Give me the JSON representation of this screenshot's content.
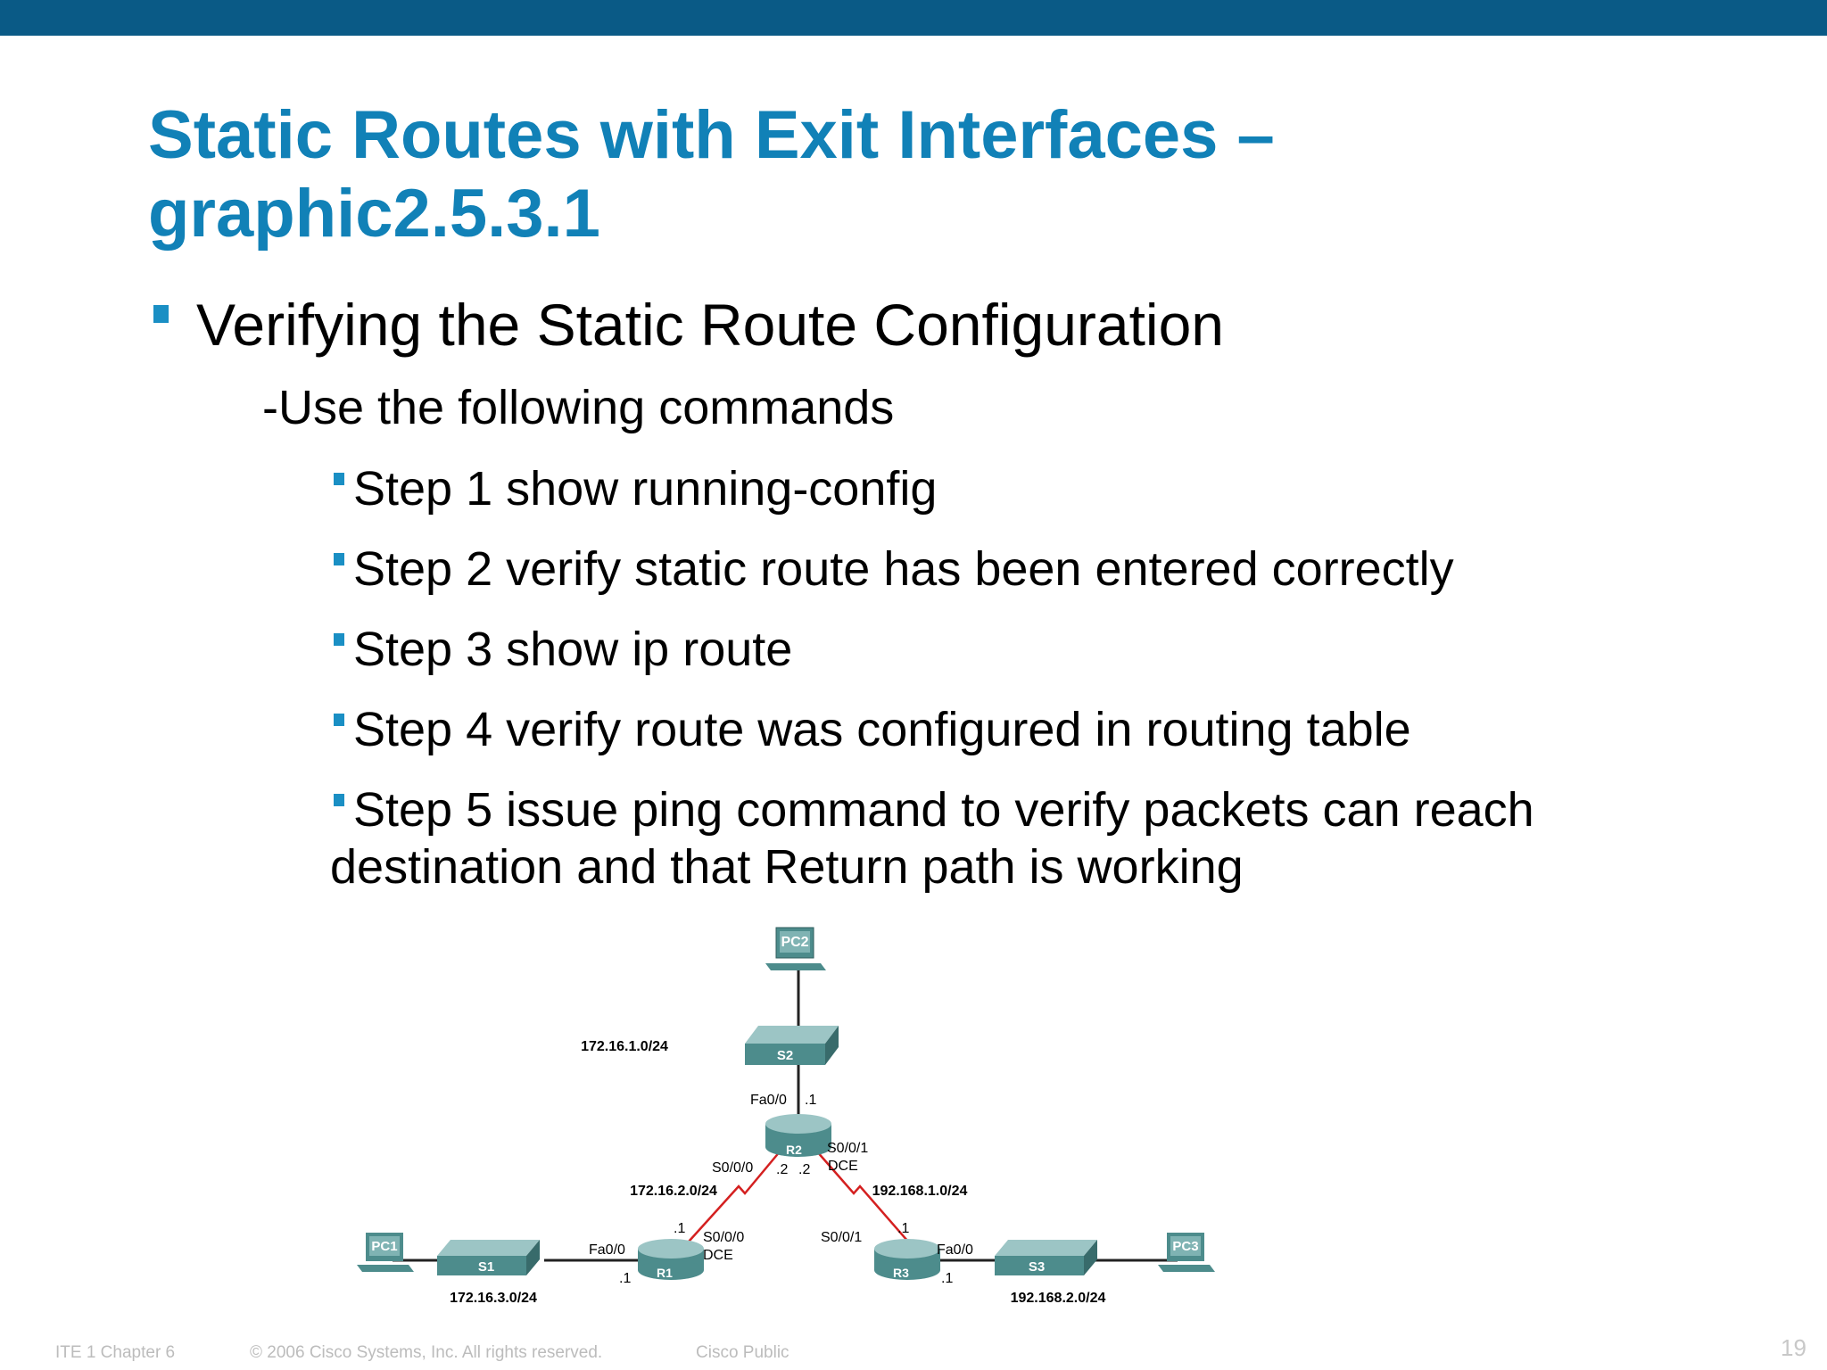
{
  "slide": {
    "title_line1": "Static Routes with Exit Interfaces –",
    "title_line2": "graphic2.5.3.1",
    "bullet": "Verifying the Static Route Configuration",
    "sub": "-Use the following commands",
    "steps": [
      "Step 1 show running-config",
      "Step 2 verify static route has been entered correctly",
      "Step 3 show ip route",
      "Step 4 verify route was configured in routing table",
      "Step 5 issue ping command to verify packets can reach destination and that Return path is working"
    ]
  },
  "diagram": {
    "devices": {
      "pc1": "PC1",
      "pc2": "PC2",
      "pc3": "PC3",
      "s1": "S1",
      "s2": "S2",
      "s3": "S3",
      "r1": "R1",
      "r2": "R2",
      "r3": "R3"
    },
    "networks": {
      "n1": "172.16.1.0/24",
      "n2": "172.16.2.0/24",
      "n3": "172.16.3.0/24",
      "n4": "192.168.1.0/24",
      "n5": "192.168.2.0/24"
    },
    "interfaces": {
      "r2_fa": "Fa0/0",
      "r2_fa_ip": ".1",
      "r2_s0": "S0/0/0",
      "r2_s0_ip": ".2",
      "r2_s1": "S0/0/1",
      "r2_s1_ip": ".2",
      "r2_dce": "DCE",
      "r1_fa": "Fa0/0",
      "r1_fa_ip": ".1",
      "r1_s0": "S0/0/0",
      "r1_s0_ip": ".1",
      "r1_dce": "DCE",
      "r3_s1": "S0/0/1",
      "r3_s1_ip": ".1",
      "r3_fa": "Fa0/0",
      "r3_fa_ip": ".1"
    },
    "colors": {
      "device": "#4d8c8c",
      "device_top": "#9cc5c5",
      "serial_link": "#d42020",
      "ethernet_link": "#222222"
    }
  },
  "footer": {
    "course": "ITE 1 Chapter 6",
    "copyright": "© 2006 Cisco Systems, Inc. All rights reserved.",
    "classification": "Cisco Public",
    "page": "19"
  }
}
